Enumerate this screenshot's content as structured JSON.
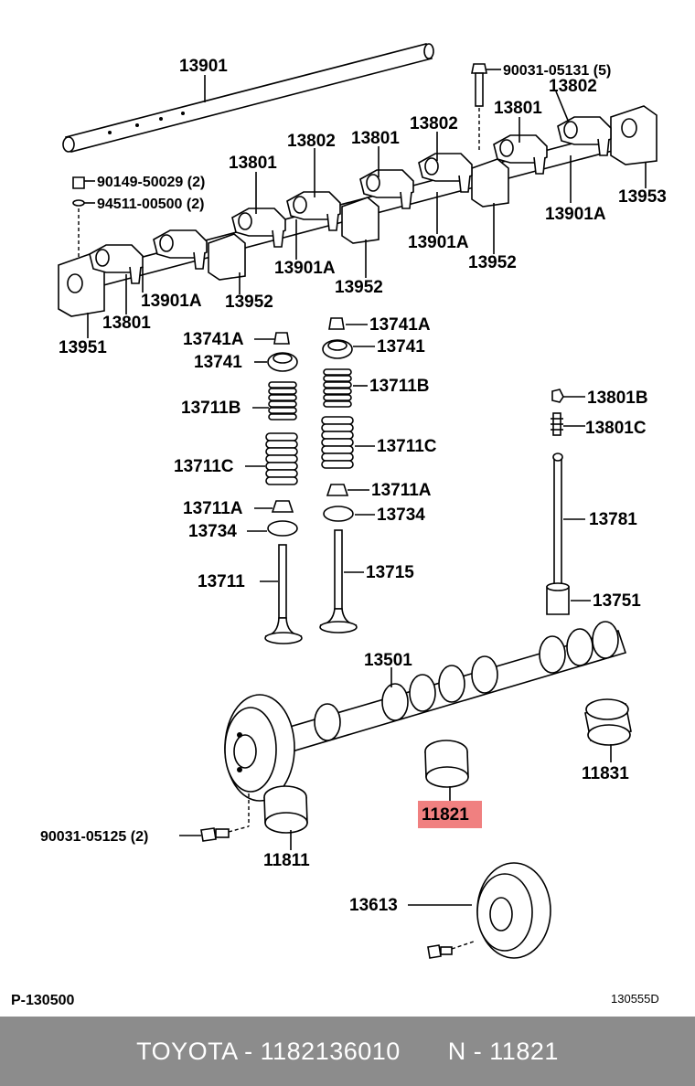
{
  "diagram": {
    "corner_label_left": "P-130500",
    "corner_label_right": "130555D",
    "highlight_color": "#f08080",
    "part_labels": {
      "p13901": "13901",
      "p90031_05131": "90031-05131 (5)",
      "p13802_a": "13802",
      "p13801_a": "13801",
      "p13802_b": "13802",
      "p13801_b": "13801",
      "p13802_c": "13802",
      "p13801_c": "13801",
      "p90149": "90149-50029 (2)",
      "p94511": "94511-00500 (2)",
      "p13953": "13953",
      "p13901a_a": "13901A",
      "p13901a_b": "13901A",
      "p13952_a": "13952",
      "p13901a_c": "13901A",
      "p13952_b": "13952",
      "p13901a_d": "13901A",
      "p13952_c": "13952",
      "p13801_d": "13801",
      "p13951": "13951",
      "p13741a_l": "13741A",
      "p13741_l": "13741",
      "p13711b_l": "13711B",
      "p13711c_l": "13711C",
      "p13711a_l": "13711A",
      "p13734_l": "13734",
      "p13711": "13711",
      "p13741a_r": "13741A",
      "p13741_r": "13741",
      "p13711b_r": "13711B",
      "p13711c_r": "13711C",
      "p13711a_r": "13711A",
      "p13734_r": "13734",
      "p13715": "13715",
      "p13801b": "13801B",
      "p13801c": "13801C",
      "p13781": "13781",
      "p13751": "13751",
      "p13501": "13501",
      "p11831": "11831",
      "p11821": "11821",
      "p90031_05125": "90031-05125 (2)",
      "p11811": "11811",
      "p13613": "13613"
    }
  },
  "footer": {
    "brand_part": "TOYOTA - 1182136010",
    "ref": "N - 11821"
  }
}
